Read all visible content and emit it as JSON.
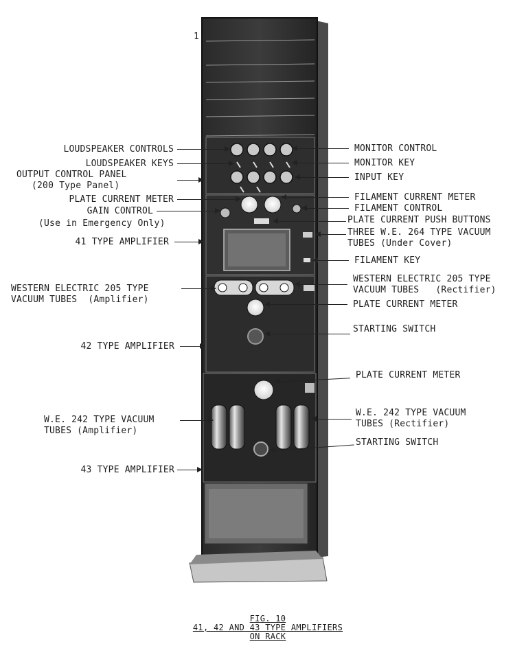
{
  "page_mark": "1.",
  "labels_left": {
    "loudspeaker_controls": "LOUDSPEAKER CONTROLS",
    "loudspeaker_keys": "LOUDSPEAKER KEYS",
    "output_control_panel": "OUTPUT CONTROL PANEL",
    "output_control_panel_sub": "(200 Type Panel)",
    "plate_current_meter": "PLATE CURRENT METER",
    "gain_control": "GAIN CONTROL",
    "gain_control_sub": "(Use in Emergency Only)",
    "amp_41": "41 TYPE AMPLIFIER",
    "we205_amp_line1": "WESTERN ELECTRIC 205 TYPE",
    "we205_amp_line2": "VACUUM TUBES  (Amplifier)",
    "amp_42": "42 TYPE AMPLIFIER",
    "we242_amp_line1": "W.E. 242 TYPE VACUUM",
    "we242_amp_line2": "TUBES (Amplifier)",
    "amp_43": "43 TYPE AMPLIFIER"
  },
  "labels_right": {
    "monitor_control": "MONITOR CONTROL",
    "monitor_key": "MONITOR KEY",
    "input_key": "INPUT KEY",
    "filament_current_meter": "FILAMENT CURRENT METER",
    "filament_control": "FILAMENT CONTROL",
    "plate_current_push_buttons": "PLATE CURRENT PUSH BUTTONS",
    "three_we264_line1": "THREE W.E. 264 TYPE VACUUM",
    "three_we264_line2": "TUBES (Under Cover)",
    "filament_key": "FILAMENT KEY",
    "we205_rect_line1": "WESTERN ELECTRIC 205 TYPE",
    "we205_rect_line2": "VACUUM TUBES   (Rectifier)",
    "plate_current_meter_2": "PLATE CURRENT METER",
    "starting_switch": "STARTING SWITCH",
    "plate_current_meter_3": "PLATE CURRENT METER",
    "we242_rect_line1": "W.E. 242 TYPE VACUUM",
    "we242_rect_line2": "TUBES (Rectifier)",
    "starting_switch_2": "STARTING SWITCH"
  },
  "caption": {
    "fig": "FIG. 10",
    "title": "41, 42 AND 43 TYPE AMPLIFIERS",
    "subtitle": "ON RACK"
  }
}
